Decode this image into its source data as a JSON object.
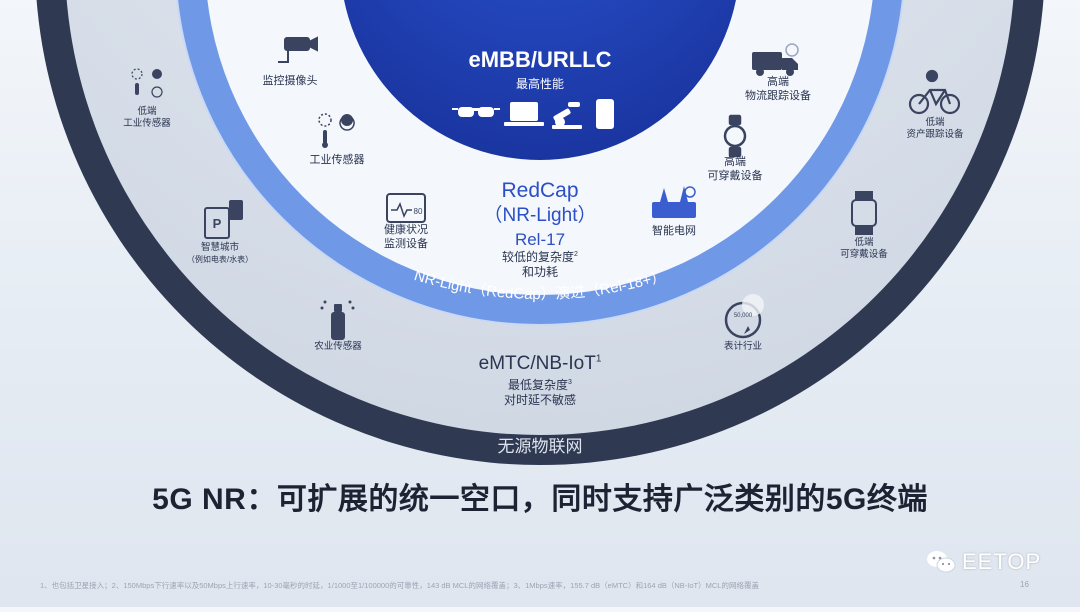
{
  "core": {
    "title": "eMBB/URLLC",
    "subtitle": "最高性能"
  },
  "redcap": {
    "title": "RedCap",
    "subtitle": "（NR-Light）",
    "release": "Rel-17",
    "desc_line1": "较低的复杂度",
    "desc_sup": "2",
    "desc_line2": "和功耗"
  },
  "evolution_arc": "NR-Light（RedCap）演进（Rel-18+）",
  "emtc": {
    "title": "eMTC/NB-IoT",
    "title_sup": "1",
    "desc_line1": "最低复杂度",
    "desc_sup": "3",
    "desc_line2": "对时延不敏感"
  },
  "passive_iot": "无源物联网",
  "labels": {
    "surveillance_camera": "监控摄像头",
    "industrial_sensor": "工业传感器",
    "health_monitor_l1": "健康状况",
    "health_monitor_l2": "监测设备",
    "smart_grid": "智能电网",
    "highend_wearable_l1": "高端",
    "highend_wearable_l2": "可穿戴设备",
    "highend_logistics_l1": "高端",
    "highend_logistics_l2": "物流跟踪设备",
    "lowend_industrial_l1": "低端",
    "lowend_industrial_l2": "工业传感器",
    "smart_city_l1": "智慧城市",
    "smart_city_l2": "（例如电表/水表）",
    "agri_sensor": "农业传感器",
    "metering": "表计行业",
    "lowend_asset_l1": "低端",
    "lowend_asset_l2": "资产跟踪设备",
    "lowend_wearable_l1": "低端",
    "lowend_wearable_l2": "可穿戴设备",
    "health_screen": "80",
    "meter_display": "50,000"
  },
  "headline": "5G NR：可扩展的统一空口，同时支持广泛类别的5G终端",
  "footnote": "1、也包括卫星接入；2、150Mbps下行速率以及50Mbps上行速率，10-30毫秒的时延，1/1000至1/100000的可靠性，143 dB  MCL的网络覆盖；3、1Mbps速率，155.7 dB（eMTC）和164 dB（NB-IoT）MCL的网络覆盖",
  "page_number": "16",
  "brand": "EETOP",
  "colors": {
    "outer_ring": "#2f3a52",
    "emtc_ring": "#d7dee8",
    "evolution_ring": "#6f98e6",
    "redcap_ring": "#f4f7fc",
    "core": "#1e3fb4",
    "redcap_text": "#2b4fc4",
    "icon": "#3a4460"
  }
}
